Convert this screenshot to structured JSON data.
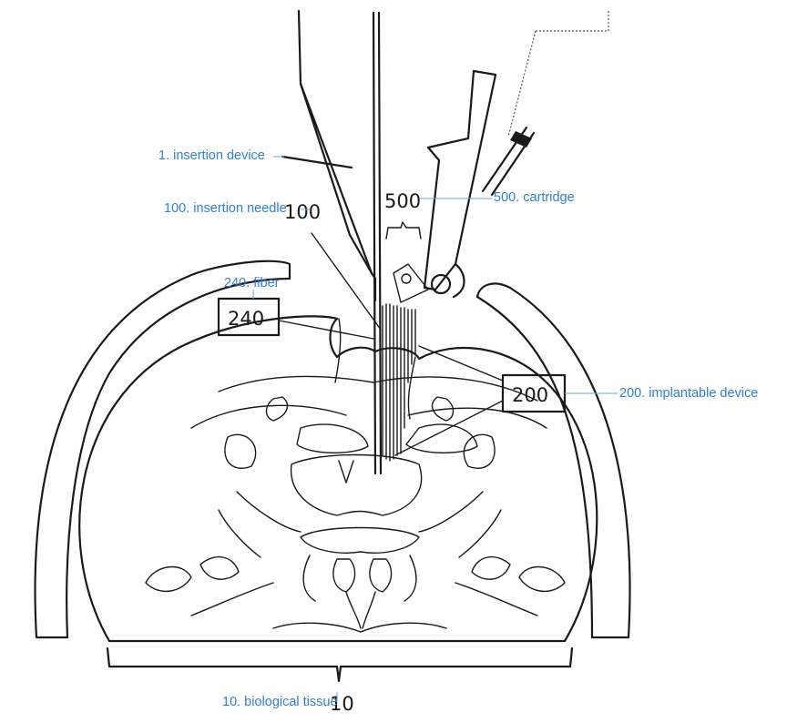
{
  "annotations": {
    "insertion_device": "1. insertion device",
    "insertion_needle": "100. insertion needle",
    "cartridge": "500. cartridge",
    "fiber": "240. fiber",
    "implantable_device": "200. implantable device",
    "biological_tissue": "10. biological tissue"
  },
  "reference_numerals": {
    "needle": "100",
    "cartridge": "500",
    "fiber": "240",
    "implant": "200",
    "tissue": "10"
  }
}
